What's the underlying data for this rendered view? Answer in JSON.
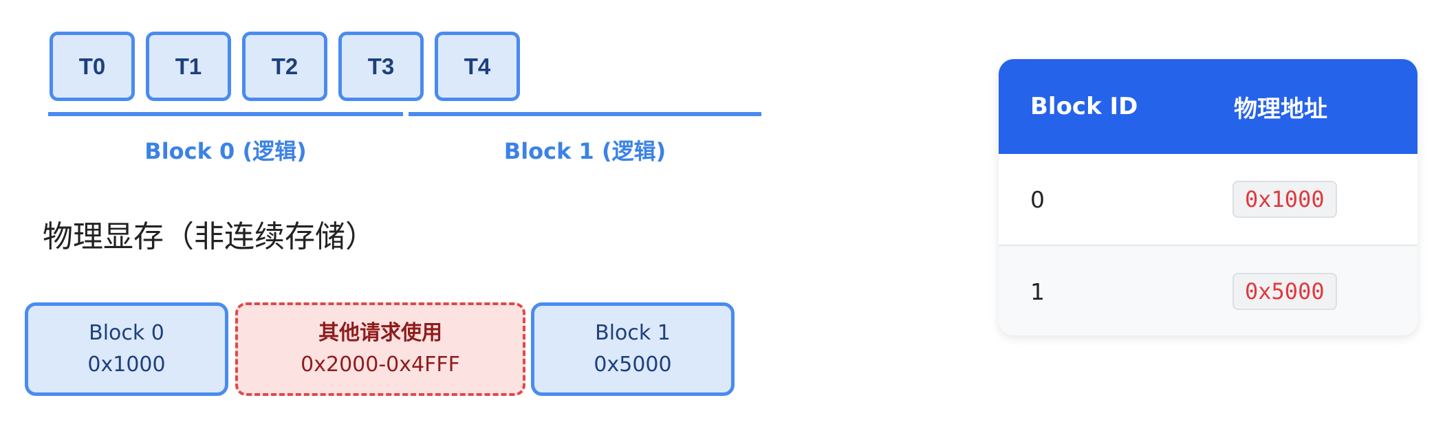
{
  "logical": {
    "tokens": [
      "T0",
      "T1",
      "T2",
      "T3",
      "T4"
    ],
    "blocks": [
      {
        "label": "Block 0 (逻辑)"
      },
      {
        "label": "Block 1 (逻辑)"
      }
    ]
  },
  "physical": {
    "title": "物理显存（非连续存储）",
    "segments": [
      {
        "title": "Block 0",
        "address": "0x1000"
      },
      {
        "title": "其他请求使用",
        "address": "0x2000-0x4FFF"
      },
      {
        "title": "Block 1",
        "address": "0x5000"
      }
    ]
  },
  "table": {
    "headers": [
      "Block ID",
      "物理地址"
    ],
    "rows": [
      {
        "id": "0",
        "address": "0x1000"
      },
      {
        "id": "1",
        "address": "0x5000"
      }
    ]
  },
  "colors": {
    "block_border": "#4a8bef",
    "block_fill": "#dce9fb",
    "other_border": "#e04848",
    "other_fill": "#fde2e2",
    "table_header": "#2563eb",
    "address_text": "#e0393e"
  }
}
